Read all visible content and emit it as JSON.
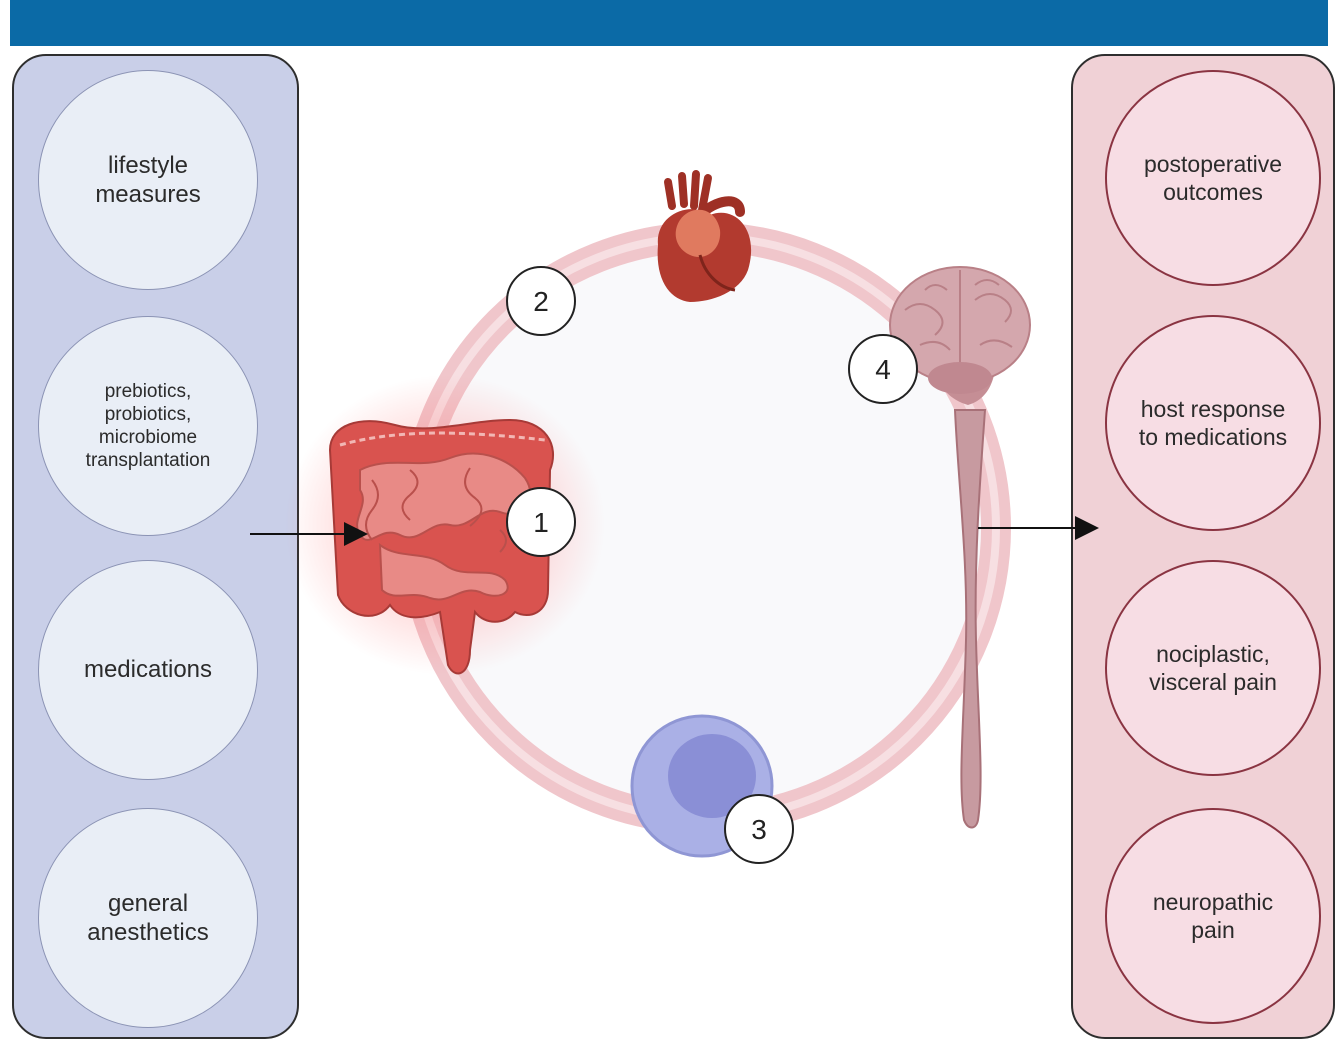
{
  "inputs": [
    {
      "label": "lifestyle\nmeasures"
    },
    {
      "label": "prebiotics,\nprobiotics,\nmicrobiome\ntransplantation"
    },
    {
      "label": "medications"
    },
    {
      "label": "general\nanesthetics"
    }
  ],
  "outputs": [
    {
      "label": "postoperative\noutcomes"
    },
    {
      "label": "host response\nto medications"
    },
    {
      "label": "nociplastic,\nvisceral pain"
    },
    {
      "label": "neuropathic\npain"
    }
  ],
  "markers": [
    "1",
    "2",
    "3",
    "4"
  ],
  "icons": {
    "gut": "intestine-icon",
    "heart": "heart-icon",
    "brain": "brain-spinal-cord-icon",
    "cell": "immune-cell-icon"
  },
  "colors": {
    "header": "#0b6aa6",
    "input_panel": "#c9cfe8",
    "output_panel": "#f0d1d6",
    "ring": "#f1c8cc",
    "gut": "#d9534f",
    "heart": "#b23a2f",
    "brain": "#c79aa0",
    "cell": "#aab0e6"
  }
}
